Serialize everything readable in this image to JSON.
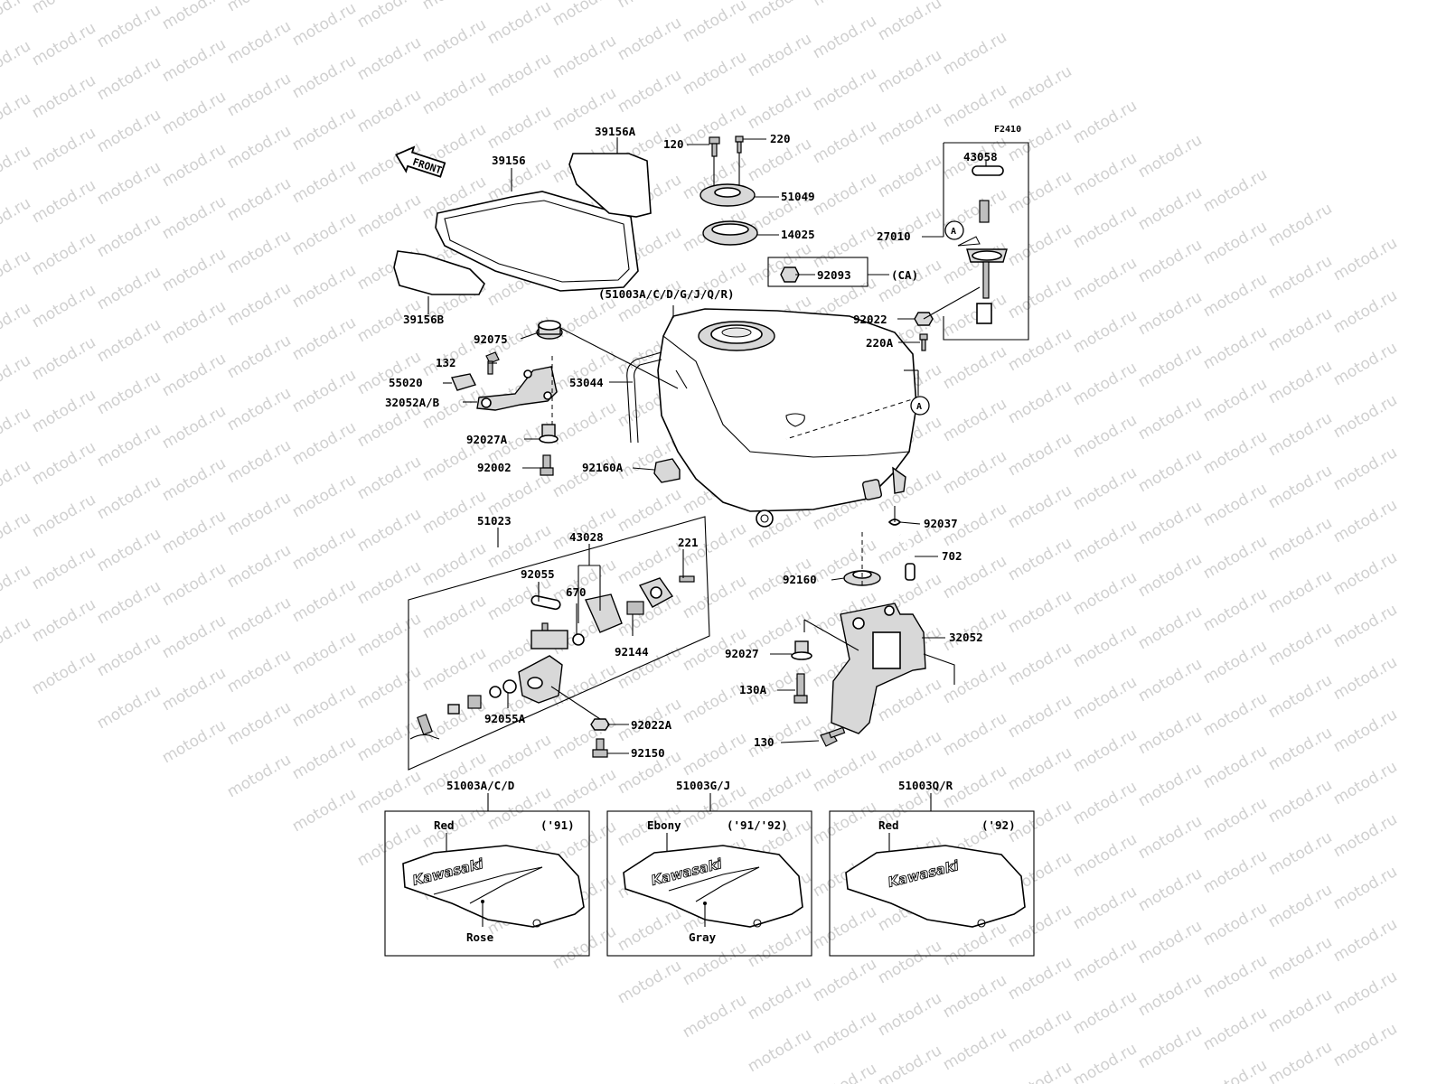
{
  "watermark": "motod.ru",
  "figure_code": "F2410",
  "front_label": "FRONT",
  "callouts": {
    "p39156": "39156",
    "p39156A": "39156A",
    "p39156B": "39156B",
    "p120": "120",
    "p220": "220",
    "p51049": "51049",
    "p14025": "14025",
    "p43058": "43058",
    "p27010": "27010",
    "p92093": "92093",
    "ca": "(CA)",
    "p92022": "92022",
    "p220A": "220A",
    "tank_group": "(51003A/C/D/G/J/Q/R)",
    "p92075": "92075",
    "p132": "132",
    "p55020": "55020",
    "p32052AB": "32052A/B",
    "p53044": "53044",
    "p92027A": "92027A",
    "p92002": "92002",
    "p92160A": "92160A",
    "p51023": "51023",
    "p43028": "43028",
    "p221": "221",
    "p92055": "92055",
    "p670": "670",
    "p92144": "92144",
    "p92055A": "92055A",
    "p92022A": "92022A",
    "p92150": "92150",
    "p92037": "92037",
    "p702": "702",
    "p92160": "92160",
    "p32052": "32052",
    "p92027": "92027",
    "p130A": "130A",
    "p130": "130",
    "ref_a": "A"
  },
  "variants": [
    {
      "code": "51003A/C/D",
      "year": "('91)",
      "top_color": "Red",
      "bottom_color": "Rose",
      "brand": "Kawasaki"
    },
    {
      "code": "51003G/J",
      "year": "('91/'92)",
      "top_color": "Ebony",
      "bottom_color": "Gray",
      "brand": "Kawasaki"
    },
    {
      "code": "51003Q/R",
      "year": "('92)",
      "top_color": "Red",
      "bottom_color": "",
      "brand": "Kawasaki"
    }
  ]
}
